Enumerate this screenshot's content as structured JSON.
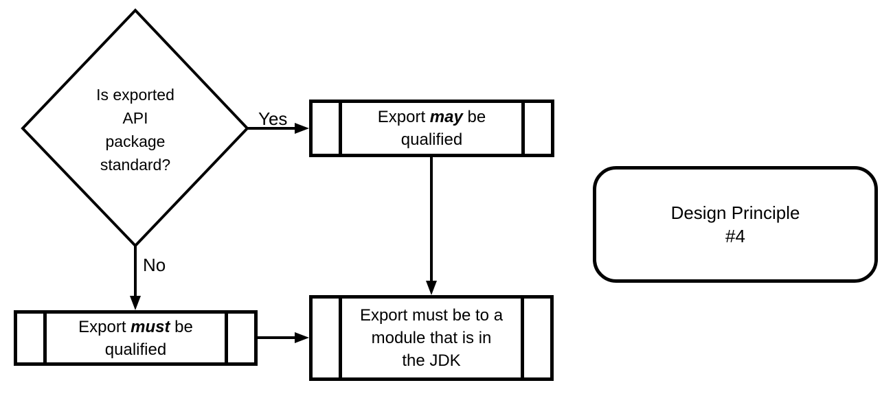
{
  "diagram": {
    "decision": {
      "lines": [
        "Is exported",
        "API",
        "package",
        "standard?"
      ]
    },
    "edges": {
      "yes_label": "Yes",
      "no_label": "No"
    },
    "box_may": {
      "prefix": "Export ",
      "emphasis": "may",
      "suffix": " be",
      "line2": "qualified"
    },
    "box_must": {
      "prefix": "Export ",
      "emphasis": "must",
      "suffix": " be",
      "line2": "qualified"
    },
    "box_jdk": {
      "lines": [
        "Export must be to a",
        "module that is in",
        "the JDK"
      ]
    },
    "design_principle": {
      "lines": [
        "Design Principle",
        "#4"
      ]
    },
    "colors": {
      "stroke": "#000000",
      "background": "#ffffff"
    }
  }
}
